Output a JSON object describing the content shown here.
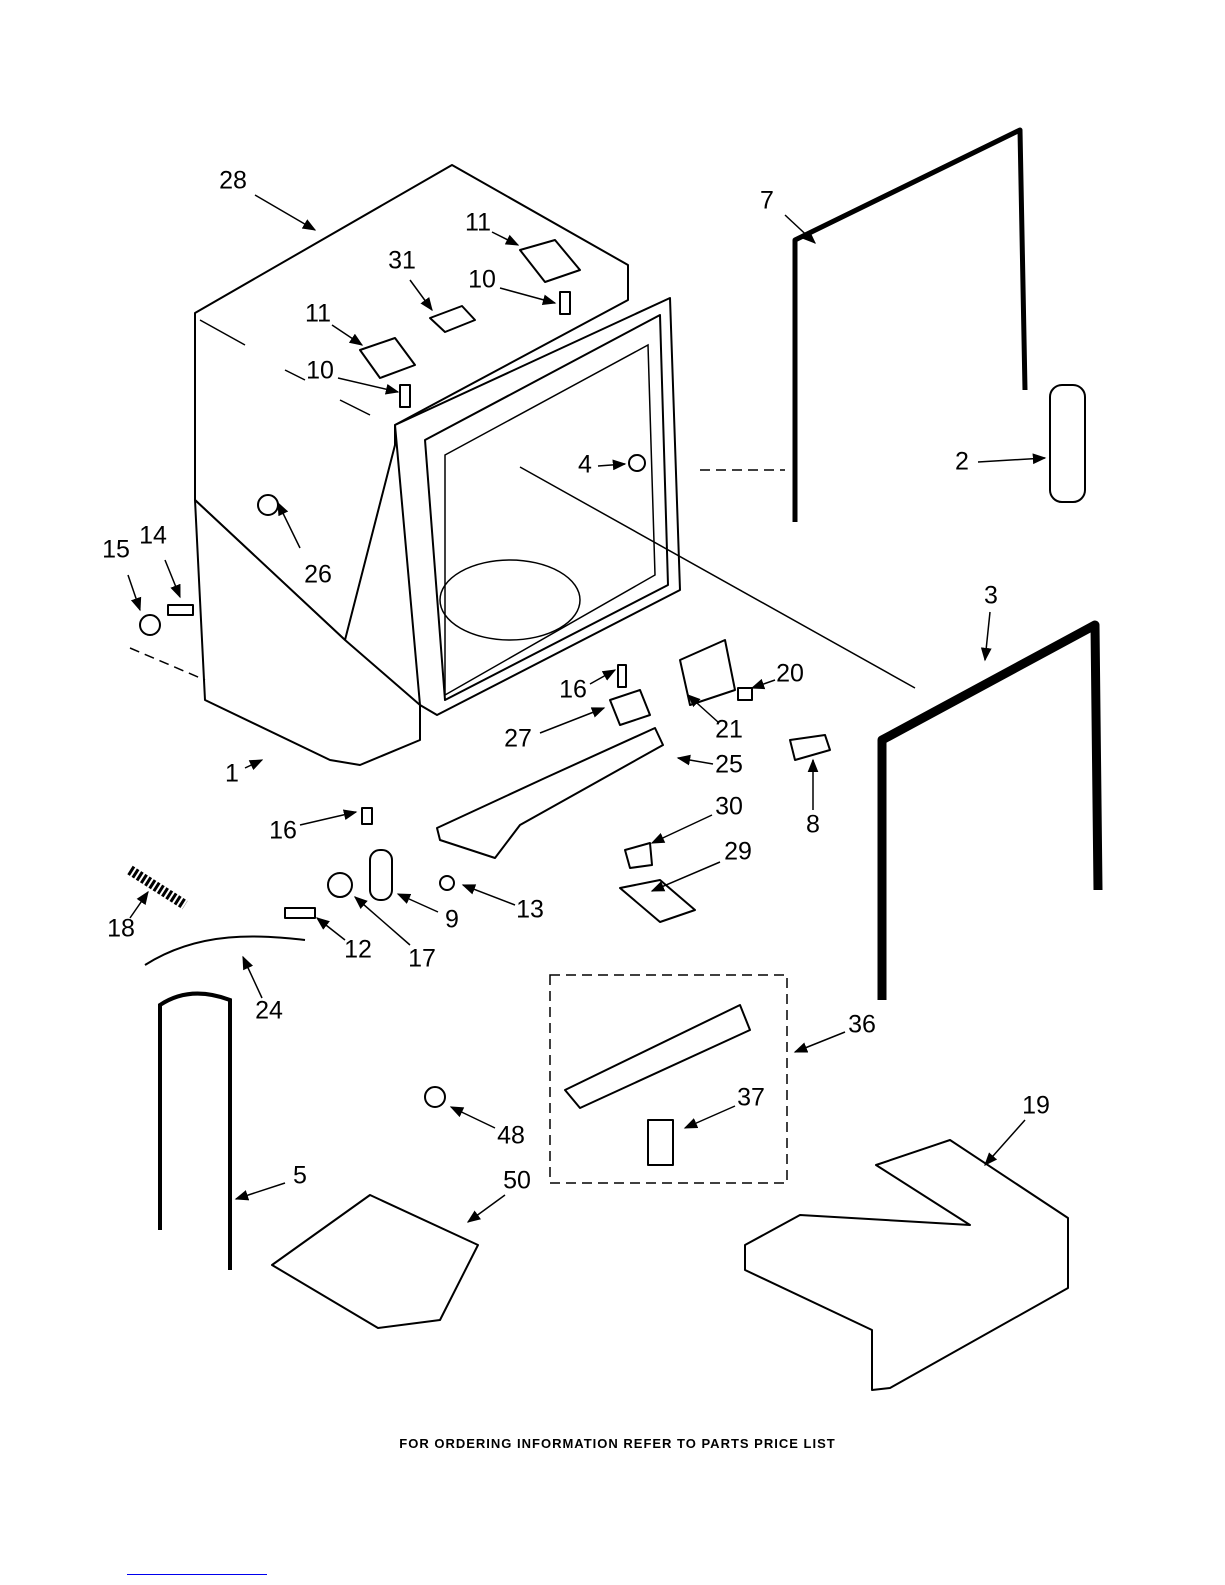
{
  "diagram": {
    "callouts": [
      "28",
      "11",
      "31",
      "10",
      "11",
      "10",
      "7",
      "2",
      "4",
      "26",
      "15",
      "14",
      "3",
      "20",
      "16",
      "21",
      "27",
      "25",
      "8",
      "1",
      "16",
      "30",
      "29",
      "18",
      "13",
      "9",
      "12",
      "17",
      "24",
      "36",
      "19",
      "37",
      "48",
      "5",
      "50"
    ],
    "footer": "FOR ORDERING INFORMATION REFER TO PARTS PRICE LIST",
    "colors": {
      "ink": "#000000",
      "link_underline": "#0000ee"
    }
  }
}
